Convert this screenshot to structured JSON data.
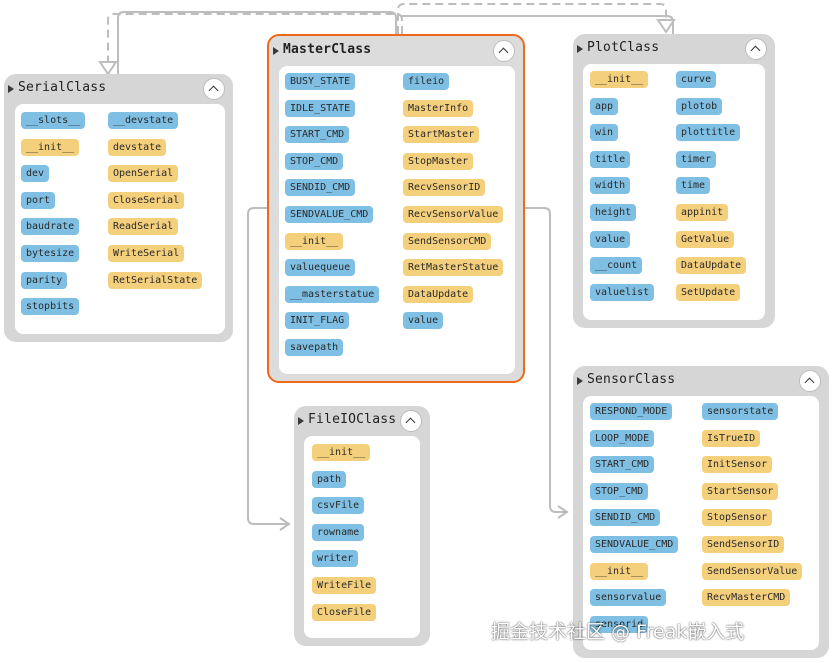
{
  "colors": {
    "attribute": "#7fbfe3",
    "method": "#f4cf7c",
    "selected_border": "#ee6a1a",
    "card": "#d6d6d6",
    "connector": "#bdbdbd"
  },
  "icons": {
    "expand": "triangle-right-icon",
    "collapse": "chevron-up-icon"
  },
  "classes": {
    "serial": {
      "name": "SerialClass",
      "col1": [
        {
          "label": "__slots__",
          "kind": "attr"
        },
        {
          "label": "__init__",
          "kind": "method"
        },
        {
          "label": "dev",
          "kind": "attr"
        },
        {
          "label": "port",
          "kind": "attr"
        },
        {
          "label": "baudrate",
          "kind": "attr"
        },
        {
          "label": "bytesize",
          "kind": "attr"
        },
        {
          "label": "parity",
          "kind": "attr"
        },
        {
          "label": "stopbits",
          "kind": "attr"
        }
      ],
      "col2": [
        {
          "label": "__devstate",
          "kind": "attr"
        },
        {
          "label": "devstate",
          "kind": "method"
        },
        {
          "label": "OpenSerial",
          "kind": "method"
        },
        {
          "label": "CloseSerial",
          "kind": "method"
        },
        {
          "label": "ReadSerial",
          "kind": "method"
        },
        {
          "label": "WriteSerial",
          "kind": "method"
        },
        {
          "label": "RetSerialState",
          "kind": "method"
        }
      ]
    },
    "master": {
      "name": "MasterClass",
      "col1": [
        {
          "label": "BUSY_STATE",
          "kind": "attr"
        },
        {
          "label": "IDLE_STATE",
          "kind": "attr"
        },
        {
          "label": "START_CMD",
          "kind": "attr"
        },
        {
          "label": "STOP_CMD",
          "kind": "attr"
        },
        {
          "label": "SENDID_CMD",
          "kind": "attr"
        },
        {
          "label": "SENDVALUE_CMD",
          "kind": "attr"
        },
        {
          "label": "__init__",
          "kind": "method"
        },
        {
          "label": "valuequeue",
          "kind": "attr"
        },
        {
          "label": "__masterstatue",
          "kind": "attr"
        },
        {
          "label": "INIT_FLAG",
          "kind": "attr"
        },
        {
          "label": "savepath",
          "kind": "attr"
        }
      ],
      "col2": [
        {
          "label": "fileio",
          "kind": "attr"
        },
        {
          "label": "MasterInfo",
          "kind": "method"
        },
        {
          "label": "StartMaster",
          "kind": "method"
        },
        {
          "label": "StopMaster",
          "kind": "method"
        },
        {
          "label": "RecvSensorID",
          "kind": "method"
        },
        {
          "label": "RecvSensorValue",
          "kind": "method"
        },
        {
          "label": "SendSensorCMD",
          "kind": "method"
        },
        {
          "label": "RetMasterStatue",
          "kind": "method"
        },
        {
          "label": "DataUpdate",
          "kind": "method"
        },
        {
          "label": "value",
          "kind": "attr"
        }
      ]
    },
    "plot": {
      "name": "PlotClass",
      "col1": [
        {
          "label": "__init__",
          "kind": "method"
        },
        {
          "label": "app",
          "kind": "attr"
        },
        {
          "label": "win",
          "kind": "attr"
        },
        {
          "label": "title",
          "kind": "attr"
        },
        {
          "label": "width",
          "kind": "attr"
        },
        {
          "label": "height",
          "kind": "attr"
        },
        {
          "label": "value",
          "kind": "attr"
        },
        {
          "label": "__count",
          "kind": "attr"
        },
        {
          "label": "valuelist",
          "kind": "attr"
        }
      ],
      "col2": [
        {
          "label": "curve",
          "kind": "attr"
        },
        {
          "label": "plotob",
          "kind": "attr"
        },
        {
          "label": "plottitle",
          "kind": "attr"
        },
        {
          "label": "timer",
          "kind": "attr"
        },
        {
          "label": "time",
          "kind": "attr"
        },
        {
          "label": "appinit",
          "kind": "method"
        },
        {
          "label": "GetValue",
          "kind": "method"
        },
        {
          "label": "DataUpdate",
          "kind": "method"
        },
        {
          "label": "SetUpdate",
          "kind": "method"
        }
      ]
    },
    "sensor": {
      "name": "SensorClass",
      "col1": [
        {
          "label": "RESPOND_MODE",
          "kind": "attr"
        },
        {
          "label": "LOOP_MODE",
          "kind": "attr"
        },
        {
          "label": "START_CMD",
          "kind": "attr"
        },
        {
          "label": "STOP_CMD",
          "kind": "attr"
        },
        {
          "label": "SENDID_CMD",
          "kind": "attr"
        },
        {
          "label": "SENDVALUE_CMD",
          "kind": "attr"
        },
        {
          "label": "__init__",
          "kind": "method"
        },
        {
          "label": "sensorvalue",
          "kind": "attr"
        },
        {
          "label": "sensorid",
          "kind": "attr"
        }
      ],
      "col2": [
        {
          "label": "sensorstate",
          "kind": "attr"
        },
        {
          "label": "IsTrueID",
          "kind": "method"
        },
        {
          "label": "InitSensor",
          "kind": "method"
        },
        {
          "label": "StartSensor",
          "kind": "method"
        },
        {
          "label": "StopSensor",
          "kind": "method"
        },
        {
          "label": "SendSensorID",
          "kind": "method"
        },
        {
          "label": "SendSensorValue",
          "kind": "method"
        },
        {
          "label": "RecvMasterCMD",
          "kind": "method"
        }
      ]
    },
    "fileio": {
      "name": "FileIOClass",
      "col1": [
        {
          "label": "__init__",
          "kind": "method"
        },
        {
          "label": "path",
          "kind": "attr"
        },
        {
          "label": "csvFile",
          "kind": "attr"
        },
        {
          "label": "rowname",
          "kind": "attr"
        },
        {
          "label": "writer",
          "kind": "attr"
        },
        {
          "label": "WriteFile",
          "kind": "method"
        },
        {
          "label": "CloseFile",
          "kind": "method"
        }
      ],
      "col2": []
    }
  },
  "watermark": "掘金技术社区 @ Freak嵌入式"
}
